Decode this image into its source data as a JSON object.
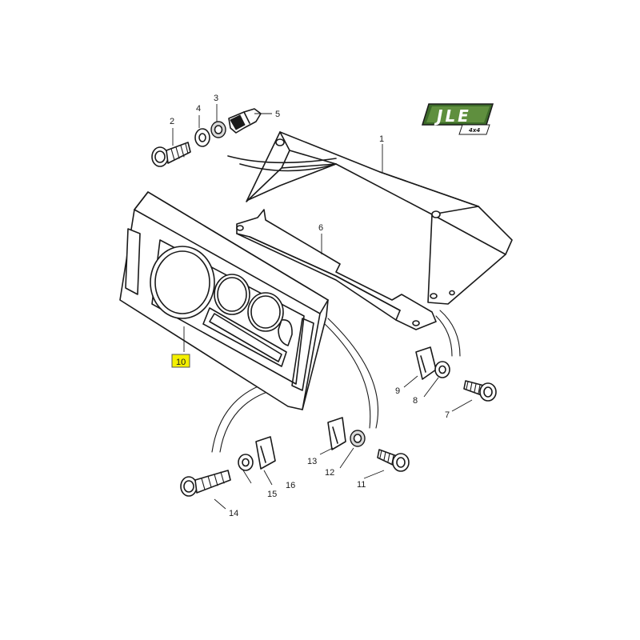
{
  "logo": {
    "text": "JLE",
    "subtext": "4x4",
    "color": "#3d6b2a"
  },
  "highlight_color": "#f4f000",
  "callouts": {
    "c1": "1",
    "c2": "2",
    "c3": "3",
    "c4": "4",
    "c5": "5",
    "c6": "6",
    "c7": "7",
    "c8": "8",
    "c9": "9",
    "c10": "10",
    "c11": "11",
    "c12": "12",
    "c13": "13",
    "c14": "14",
    "c15": "15",
    "c16": "16"
  },
  "highlighted_callout": "10"
}
